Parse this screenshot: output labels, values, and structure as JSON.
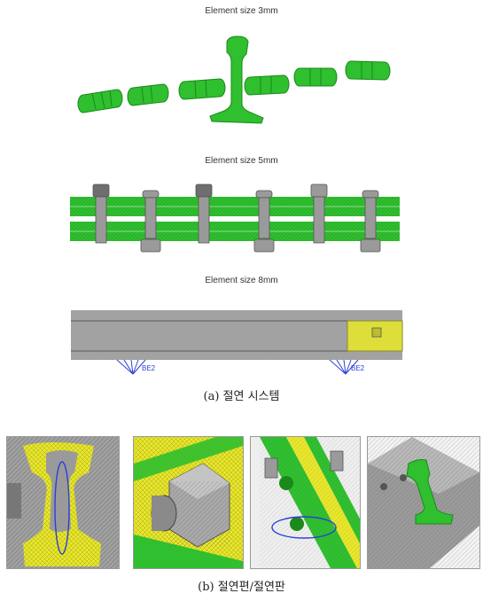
{
  "section_a": {
    "label_3mm": "Element size 3mm",
    "label_5mm": "Element size 5mm",
    "label_8mm": "Element size 8mm",
    "be2_left": "BE2",
    "be2_right": "BE2",
    "caption": "(a) 절연 시스템"
  },
  "section_b": {
    "caption": "(b) 절연편/절연판"
  },
  "colors": {
    "green": "#2fbf2f",
    "dark_green": "#1a8a1a",
    "yellow": "#e8e62a",
    "mesh_gray": "#9a9a9a",
    "blue": "#2b3fd6"
  }
}
